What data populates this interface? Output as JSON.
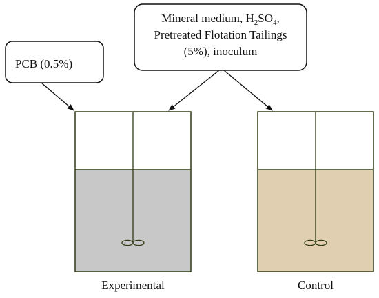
{
  "callouts": {
    "pcb": {
      "text": "PCB (0.5%)"
    },
    "medium": {
      "line1_prefix": "Mineral medium, H",
      "line1_sub1": "2",
      "line1_mid": "SO",
      "line1_sub2": "4",
      "line1_suffix": ",",
      "line2": "Pretreated Flotation Tailings",
      "line3": "(5%), inoculum"
    }
  },
  "reactors": {
    "experimental": {
      "label": "Experimental",
      "liquid_color": "#c8c8c8"
    },
    "control": {
      "label": "Control",
      "liquid_color": "#e0cfb0"
    }
  },
  "colors": {
    "vessel_outline": "#2e3a14",
    "impeller": "#2e3a14",
    "callout_border": "#111111",
    "arrow": "#111111"
  }
}
